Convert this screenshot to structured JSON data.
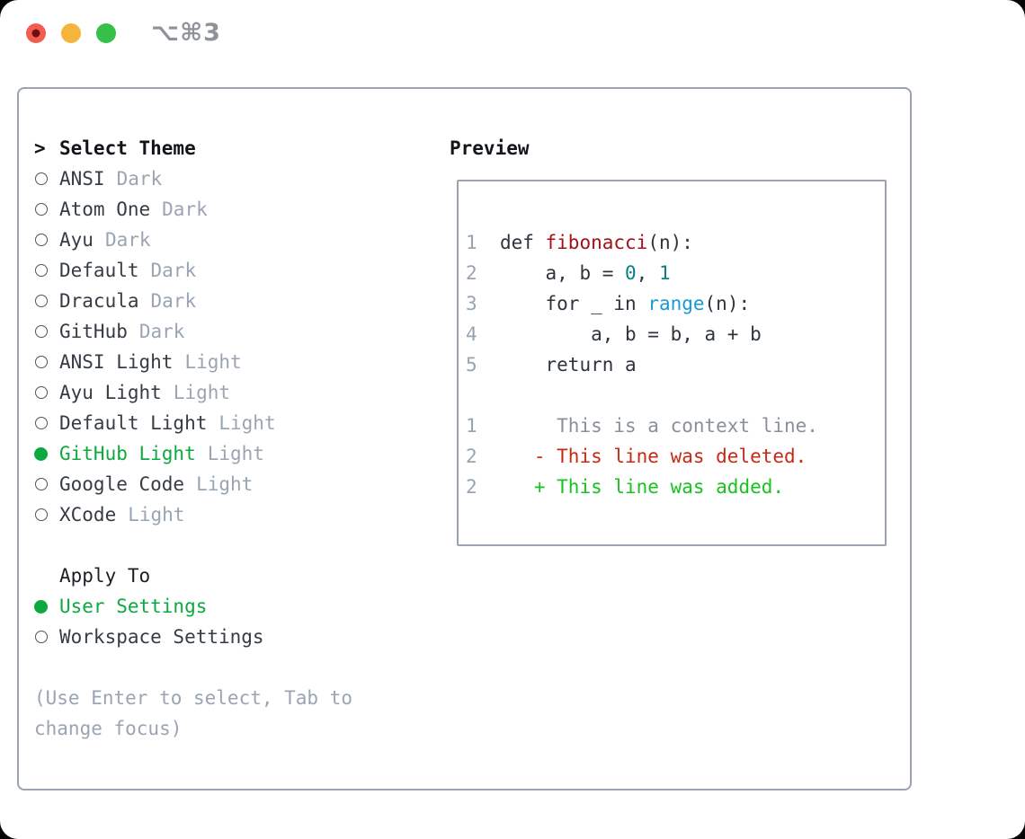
{
  "window": {
    "title": "⌥⌘3",
    "traffic_lights": [
      "close",
      "minimize",
      "zoom"
    ]
  },
  "theme_picker": {
    "header_prefix": ">",
    "header": "Select Theme",
    "themes": [
      {
        "name": "ANSI",
        "variant": "Dark",
        "selected": false
      },
      {
        "name": "Atom One",
        "variant": "Dark",
        "selected": false
      },
      {
        "name": "Ayu",
        "variant": "Dark",
        "selected": false
      },
      {
        "name": "Default",
        "variant": "Dark",
        "selected": false
      },
      {
        "name": "Dracula",
        "variant": "Dark",
        "selected": false
      },
      {
        "name": "GitHub",
        "variant": "Dark",
        "selected": false
      },
      {
        "name": "ANSI Light",
        "variant": "Light",
        "selected": false
      },
      {
        "name": "Ayu Light",
        "variant": "Light",
        "selected": false
      },
      {
        "name": "Default Light",
        "variant": "Light",
        "selected": false
      },
      {
        "name": "GitHub Light",
        "variant": "Light",
        "selected": true
      },
      {
        "name": "Google Code",
        "variant": "Light",
        "selected": false
      },
      {
        "name": "XCode",
        "variant": "Light",
        "selected": false
      }
    ],
    "apply_to": {
      "header": "Apply To",
      "options": [
        {
          "label": "User Settings",
          "selected": true
        },
        {
          "label": "Workspace Settings",
          "selected": false
        }
      ]
    },
    "hint": "(Use Enter to select, Tab to change focus)"
  },
  "preview": {
    "header": "Preview",
    "code_lines": [
      {
        "segments": [
          {
            "text": "1  ",
            "style": "ln"
          },
          {
            "text": "def ",
            "style": "code"
          },
          {
            "text": "fibonacci",
            "style": "fn"
          },
          {
            "text": "(n):",
            "style": "code"
          }
        ]
      },
      {
        "segments": [
          {
            "text": "2  ",
            "style": "ln"
          },
          {
            "text": "    a, b = ",
            "style": "code"
          },
          {
            "text": "0",
            "style": "num"
          },
          {
            "text": ", ",
            "style": "code"
          },
          {
            "text": "1",
            "style": "num"
          }
        ]
      },
      {
        "segments": [
          {
            "text": "3  ",
            "style": "ln"
          },
          {
            "text": "    for _ in ",
            "style": "code"
          },
          {
            "text": "range",
            "style": "bi"
          },
          {
            "text": "(n):",
            "style": "code"
          }
        ]
      },
      {
        "segments": [
          {
            "text": "4  ",
            "style": "ln"
          },
          {
            "text": "        a, b = b, a + b",
            "style": "code"
          }
        ]
      },
      {
        "segments": [
          {
            "text": "5  ",
            "style": "ln"
          },
          {
            "text": "    return a",
            "style": "code"
          }
        ]
      },
      {
        "segments": []
      },
      {
        "segments": [
          {
            "text": "1  ",
            "style": "ln"
          },
          {
            "text": "     This is a context line.",
            "style": "ctx"
          }
        ]
      },
      {
        "segments": [
          {
            "text": "2  ",
            "style": "ln"
          },
          {
            "text": "   - This line was deleted.",
            "style": "del"
          }
        ]
      },
      {
        "segments": [
          {
            "text": "2  ",
            "style": "ln"
          },
          {
            "text": "   + This line was added.",
            "style": "add"
          }
        ]
      }
    ]
  },
  "colors": {
    "border": "#9aa3ae",
    "ink-bold": "#111418",
    "ink": "#363c44",
    "muted": "#9aa5b3",
    "green-selected": "#0caa3e",
    "lineno": "#98a3b2",
    "code": "#2e343c",
    "function-red": "#a31117",
    "number-teal": "#0b7f88",
    "builtin-blue": "#169bd3",
    "context-gray": "#8a9099",
    "diff-deleted": "#c62a14",
    "diff-added": "#16c31f",
    "light-red": "#f25d52",
    "light-yellow": "#f5b43c",
    "light-green": "#35c04a",
    "title-gray": "#8e9399"
  }
}
